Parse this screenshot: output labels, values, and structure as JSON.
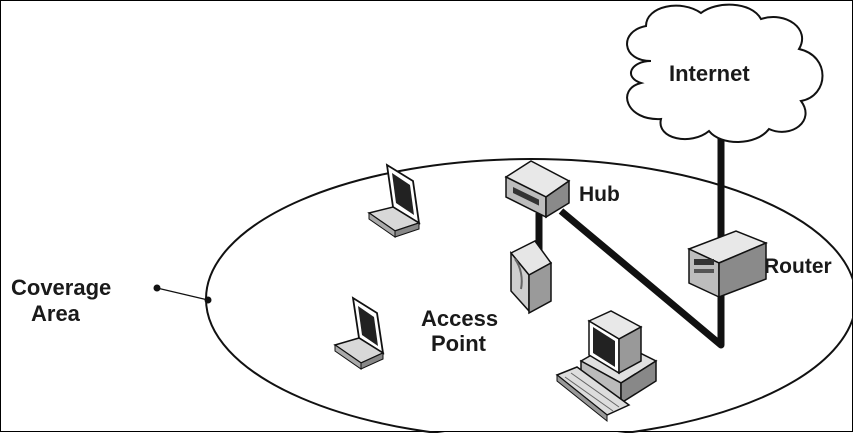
{
  "labels": {
    "internet": "Internet",
    "hub": "Hub",
    "router": "Router",
    "coverage_line1": "Coverage",
    "coverage_line2": "Area",
    "access_line1": "Access",
    "access_line2": "Point"
  },
  "nodes": [
    {
      "id": "internet",
      "icon": "cloud-icon"
    },
    {
      "id": "router",
      "icon": "router-icon"
    },
    {
      "id": "hub",
      "icon": "hub-icon"
    },
    {
      "id": "access-point",
      "icon": "access-point-icon"
    },
    {
      "id": "laptop-1",
      "icon": "laptop-icon"
    },
    {
      "id": "laptop-2",
      "icon": "laptop-icon"
    },
    {
      "id": "desktop",
      "icon": "desktop-computer-icon"
    }
  ],
  "links": [
    {
      "from": "internet",
      "to": "router"
    },
    {
      "from": "router",
      "to": "hub"
    },
    {
      "from": "hub",
      "to": "access-point"
    }
  ]
}
